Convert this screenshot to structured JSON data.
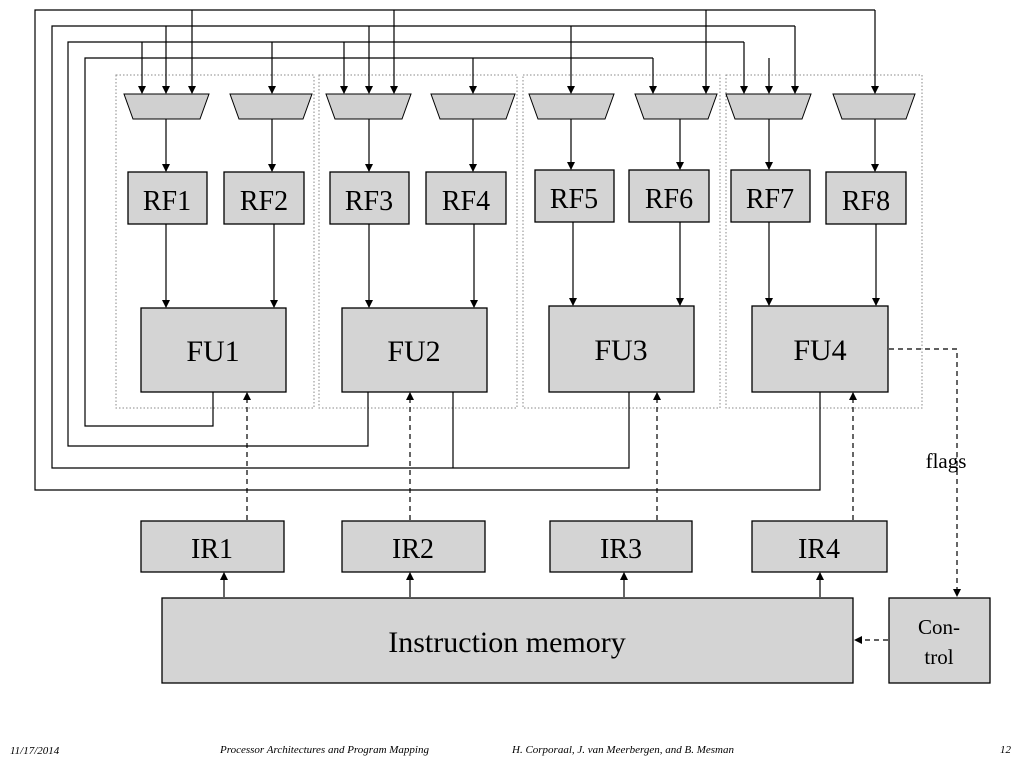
{
  "register_files": [
    "RF1",
    "RF2",
    "RF3",
    "RF4",
    "RF5",
    "RF6",
    "RF7",
    "RF8"
  ],
  "functional_units": [
    "FU1",
    "FU2",
    "FU3",
    "FU4"
  ],
  "instruction_registers": [
    "IR1",
    "IR2",
    "IR3",
    "IR4"
  ],
  "instruction_memory": "Instruction memory",
  "control": {
    "line1": "Con-",
    "line2": "trol"
  },
  "flags_label": "flags",
  "footer": {
    "date": "11/17/2014",
    "course": "Processor Architectures and Program Mapping",
    "authors": "H. Corporaal,  J. van Meerbergen, and B. Mesman",
    "page": "12"
  }
}
